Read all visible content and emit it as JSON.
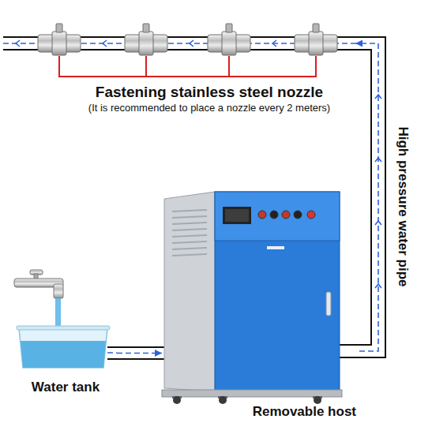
{
  "diagram": {
    "nodes": [
      {
        "text": [
          "Fastening stainless steel nozzle",
          "(It is recommended to place a nozzle every 2 meters)"
        ]
      },
      {
        "text": [
          "Water tank"
        ]
      },
      {
        "text": [
          "Removable host"
        ]
      }
    ],
    "edges": [
      {
        "from": 1,
        "to": 2,
        "arrow": "to"
      },
      {
        "from": 2,
        "to": 0,
        "arrow": "to",
        "label": "High pressure water pipe"
      }
    ]
  }
}
